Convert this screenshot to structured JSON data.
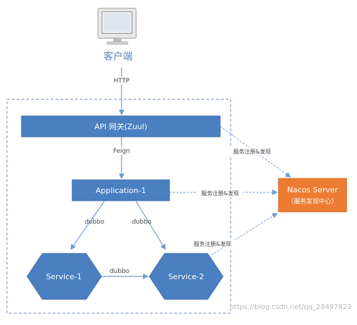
{
  "diagram": {
    "nodes": {
      "client": {
        "label": "客户端",
        "icon": "monitor-icon"
      },
      "gateway": {
        "label": "API 网关(Zuul)"
      },
      "application": {
        "label": "Application-1"
      },
      "service1": {
        "label": "Service-1"
      },
      "service2": {
        "label": "Service-2"
      },
      "nacos": {
        "title": "Nacos Server",
        "subtitle": "（服务发现中心）"
      }
    },
    "edges": {
      "client_to_gateway": "HTTP",
      "gateway_to_application": "Feign",
      "application_to_service1": "dubbo",
      "application_to_service2": "dubbo",
      "service1_to_service2": "dubbo",
      "gateway_to_nacos": "服务注册&发现",
      "application_to_nacos": "服务注册&发现",
      "service2_to_nacos": "服务注册&发现"
    },
    "watermark": "https://blog.csdn.net/qq_28497823"
  },
  "colors": {
    "box_blue": "#4a7fc1",
    "arrow_blue": "#6f9bd6",
    "nacos_orange": "#ec7c31",
    "group_border": "#6b86b6"
  }
}
